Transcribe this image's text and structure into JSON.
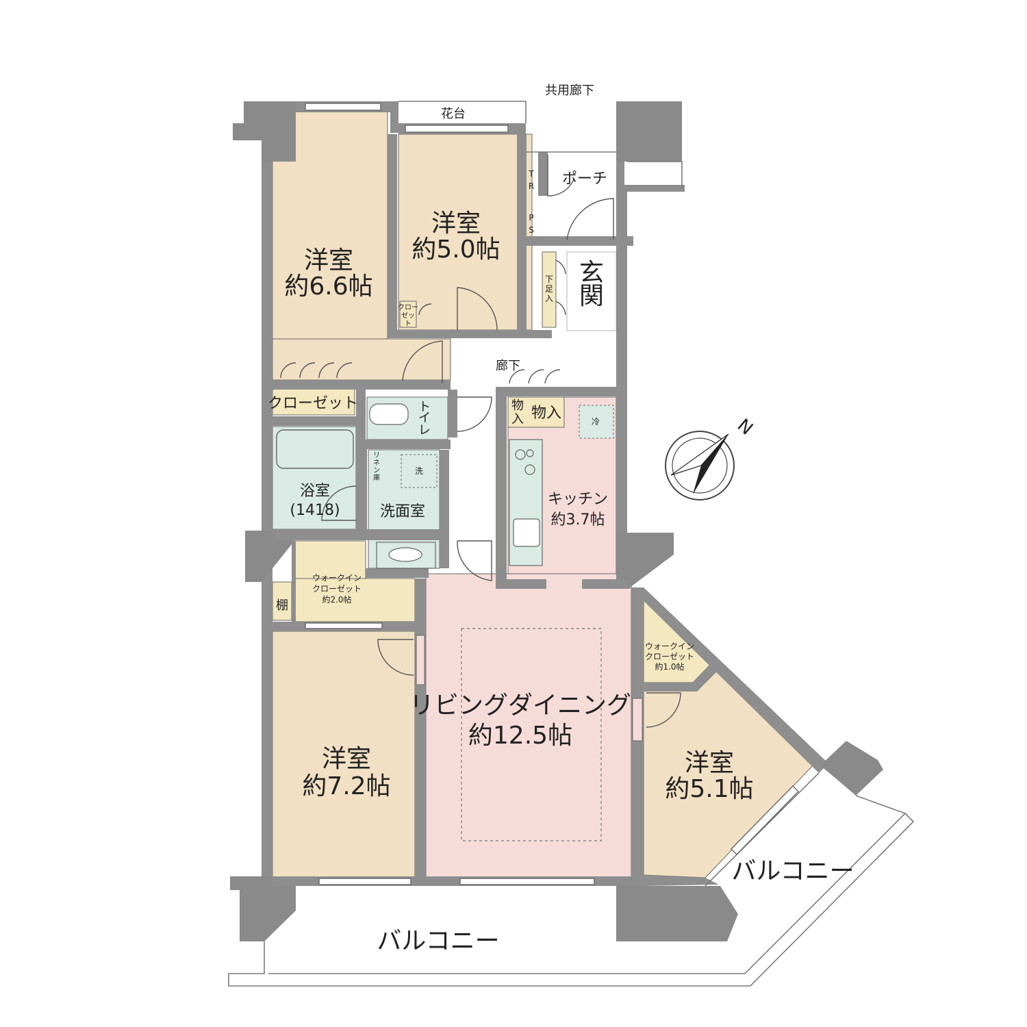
{
  "colors": {
    "room": "#f2e0c4",
    "ldk": "#f6dcd9",
    "wet": "#d9ebe4",
    "closet": "#f4e8c0",
    "wall": "#8e8e8e",
    "line": "#666666"
  },
  "labels": {
    "corridor_shared": "共用廊下",
    "flower_bed": "花台",
    "porch": "ポーチ",
    "tr": [
      "T",
      "R"
    ],
    "ps": [
      "P",
      "S"
    ],
    "entrance": [
      "玄",
      "関"
    ],
    "shoe_storage": [
      "下",
      "足",
      "入"
    ],
    "room_66": [
      "洋室",
      "約6.6帖"
    ],
    "room_50": [
      "洋室",
      "約5.0帖"
    ],
    "small_closet": [
      "クロー",
      "ゼッ",
      "ト"
    ],
    "hallway": "廊下",
    "closet": "クローゼット",
    "toilet": [
      "ト",
      "イ",
      "レ"
    ],
    "storage_small": [
      "物",
      "入"
    ],
    "storage": "物入",
    "fridge": "冷",
    "linen": [
      "リ",
      "ネ",
      "ン",
      "庫"
    ],
    "washer": "洗",
    "bath": [
      "浴室",
      "(1418)"
    ],
    "washroom": "洗面室",
    "kitchen": [
      "キッチン",
      "約3.7帖"
    ],
    "wic_20": [
      "ウォークイン",
      "クローゼット",
      "約2.0帖"
    ],
    "shelf": "棚",
    "wic_10": [
      "ウォークイン",
      "クローゼット",
      "約1.0帖"
    ],
    "ldk": [
      "リビングダイニング",
      "約12.5帖"
    ],
    "room_72": [
      "洋室",
      "約7.2帖"
    ],
    "room_51": [
      "洋室",
      "約5.1帖"
    ],
    "balcony_bottom": "バルコニー",
    "balcony_right": "バルコニー",
    "compass_n": "N"
  }
}
